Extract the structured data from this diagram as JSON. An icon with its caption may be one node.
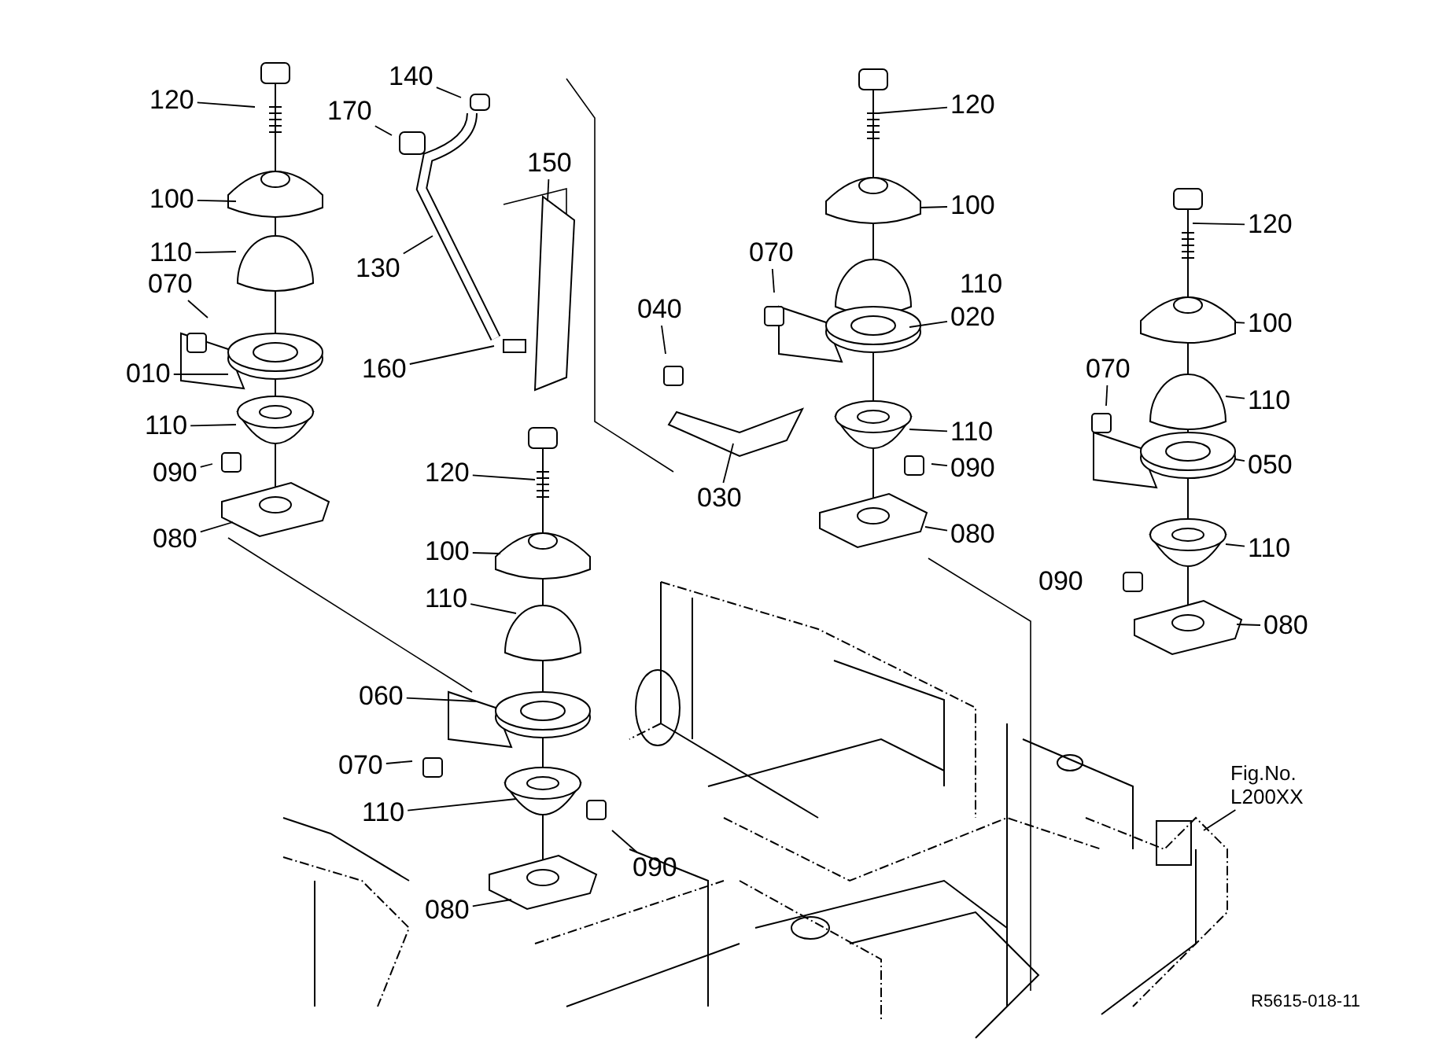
{
  "diagram": {
    "nodes": [
      {
        "text": [
          "120"
        ]
      },
      {
        "text": [
          "100"
        ]
      },
      {
        "text": [
          "110"
        ]
      },
      {
        "text": [
          "070"
        ]
      },
      {
        "text": [
          "010"
        ]
      },
      {
        "text": [
          "110"
        ]
      },
      {
        "text": [
          "090"
        ]
      },
      {
        "text": [
          "080"
        ]
      },
      {
        "text": [
          "140"
        ]
      },
      {
        "text": [
          "170"
        ]
      },
      {
        "text": [
          "150"
        ]
      },
      {
        "text": [
          "130"
        ]
      },
      {
        "text": [
          "160"
        ]
      },
      {
        "text": [
          "120"
        ]
      },
      {
        "text": [
          "100"
        ]
      },
      {
        "text": [
          "070"
        ]
      },
      {
        "text": [
          "020"
        ]
      },
      {
        "text": [
          "040"
        ]
      },
      {
        "text": [
          "110"
        ]
      },
      {
        "text": [
          "090"
        ]
      },
      {
        "text": [
          "030"
        ]
      },
      {
        "text": [
          "080"
        ]
      },
      {
        "text": [
          "120"
        ]
      },
      {
        "text": [
          "100"
        ]
      },
      {
        "text": [
          "070"
        ]
      },
      {
        "text": [
          "110"
        ]
      },
      {
        "text": [
          "050"
        ]
      },
      {
        "text": [
          "110"
        ]
      },
      {
        "text": [
          "080"
        ]
      },
      {
        "text": [
          "120"
        ]
      },
      {
        "text": [
          "100"
        ]
      },
      {
        "text": [
          "110"
        ]
      },
      {
        "text": [
          "060"
        ]
      },
      {
        "text": [
          "070"
        ]
      },
      {
        "text": [
          "110"
        ]
      },
      {
        "text": [
          "090"
        ]
      },
      {
        "text": [
          "080"
        ]
      },
      {
        "text": [
          "Fig.No. L200XX"
        ]
      }
    ],
    "edges": [
      {
        "from": 0,
        "to": null,
        "arrow": "none"
      },
      {
        "from": 1,
        "to": null,
        "arrow": "none"
      },
      {
        "from": 2,
        "to": null,
        "arrow": "none"
      },
      {
        "from": 3,
        "to": null,
        "arrow": "none"
      },
      {
        "from": 4,
        "to": null,
        "arrow": "none"
      },
      {
        "from": 5,
        "to": null,
        "arrow": "none"
      },
      {
        "from": 6,
        "to": null,
        "arrow": "none"
      },
      {
        "from": 7,
        "to": null,
        "arrow": "none"
      },
      {
        "from": 8,
        "to": null,
        "arrow": "none"
      },
      {
        "from": 9,
        "to": null,
        "arrow": "none"
      },
      {
        "from": 10,
        "to": null,
        "arrow": "none"
      },
      {
        "from": 11,
        "to": null,
        "arrow": "none"
      },
      {
        "from": 12,
        "to": null,
        "arrow": "none"
      },
      {
        "from": 13,
        "to": null,
        "arrow": "none"
      },
      {
        "from": 14,
        "to": null,
        "arrow": "none"
      },
      {
        "from": 15,
        "to": null,
        "arrow": "none"
      },
      {
        "from": 16,
        "to": null,
        "arrow": "none"
      },
      {
        "from": 17,
        "to": null,
        "arrow": "none"
      },
      {
        "from": 18,
        "to": null,
        "arrow": "none"
      },
      {
        "from": 19,
        "to": null,
        "arrow": "none"
      },
      {
        "from": 20,
        "to": null,
        "arrow": "none"
      },
      {
        "from": 21,
        "to": null,
        "arrow": "none"
      },
      {
        "from": 22,
        "to": null,
        "arrow": "none"
      },
      {
        "from": 23,
        "to": null,
        "arrow": "none"
      },
      {
        "from": 24,
        "to": null,
        "arrow": "none"
      },
      {
        "from": 25,
        "to": null,
        "arrow": "none"
      },
      {
        "from": 26,
        "to": null,
        "arrow": "none"
      },
      {
        "from": 27,
        "to": null,
        "arrow": "none"
      },
      {
        "from": 28,
        "to": null,
        "arrow": "none"
      },
      {
        "from": 29,
        "to": null,
        "arrow": "none"
      },
      {
        "from": 30,
        "to": null,
        "arrow": "none"
      },
      {
        "from": 31,
        "to": null,
        "arrow": "none"
      },
      {
        "from": 32,
        "to": null,
        "arrow": "none"
      },
      {
        "from": 33,
        "to": null,
        "arrow": "none"
      },
      {
        "from": 34,
        "to": null,
        "arrow": "none"
      },
      {
        "from": 35,
        "to": null,
        "arrow": "none"
      },
      {
        "from": 36,
        "to": null,
        "arrow": "none"
      },
      {
        "from": 37,
        "to": null,
        "arrow": "none"
      }
    ],
    "labels": [
      "110",
      "090",
      "R5615-018-11"
    ]
  }
}
